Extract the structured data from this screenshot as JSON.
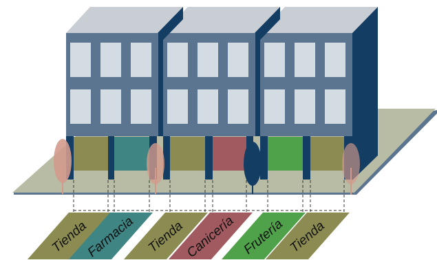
{
  "colors": {
    "ground_top": "#b8bca4",
    "ground_edge": "#5b7590",
    "facade": "#5b7590",
    "roof": "#c9ced5",
    "side": "#143d63",
    "window": "#d3dbe3",
    "pillar": "#143d63",
    "dash": "#333333",
    "tree_pink": "#d39a8c",
    "tree_navy": "#143d63"
  },
  "shops": [
    {
      "label": "Tienda",
      "color": "#8c8c52"
    },
    {
      "label": "Farmacia",
      "color": "#3f8584"
    },
    {
      "label": "Tienda",
      "color": "#8c8c52"
    },
    {
      "label": "Canicería",
      "color": "#a15a60"
    },
    {
      "label": "Frutería",
      "color": "#4fa24a"
    },
    {
      "label": "Tienda",
      "color": "#8c8c52"
    }
  ],
  "icons": {
    "tree": "tree-icon"
  }
}
